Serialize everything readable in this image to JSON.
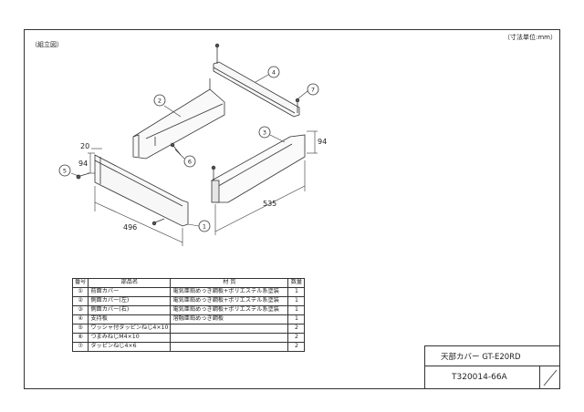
{
  "drawing": {
    "view_label": "（組立図）",
    "unit_label": "（寸法単位:mm）",
    "callouts": [
      "1",
      "2",
      "3",
      "4",
      "5",
      "6",
      "7"
    ],
    "dimensions": {
      "width": "496",
      "depth": "535",
      "height_side": "94",
      "height_front": "94",
      "flange": "20"
    }
  },
  "parts_table": {
    "headers": {
      "no": "番号",
      "name": "部品名",
      "material": "材 質",
      "qty": "数量"
    },
    "rows": [
      {
        "no": "①",
        "name": "前面カバー",
        "material": "電気亜鉛めっき鋼板+ポリエステル系塗装",
        "qty": "1"
      },
      {
        "no": "②",
        "name": "側面カバー(左)",
        "material": "電気亜鉛めっき鋼板+ポリエステル系塗装",
        "qty": "1"
      },
      {
        "no": "③",
        "name": "側面カバー(右)",
        "material": "電気亜鉛めっき鋼板+ポリエステル系塗装",
        "qty": "1"
      },
      {
        "no": "④",
        "name": "支持板",
        "material": "溶融亜鉛めっき鋼板",
        "qty": "1"
      },
      {
        "no": "⑤",
        "name": "ワッシャ付タッピンねじ4×10",
        "material": "",
        "qty": "2"
      },
      {
        "no": "⑥",
        "name": "つまみねじM4×10",
        "material": "",
        "qty": "2"
      },
      {
        "no": "⑦",
        "name": "タッピンねじ4×6",
        "material": "",
        "qty": "2"
      }
    ]
  },
  "title_block": {
    "product": "天部カバー GT-E20RD",
    "drawing_number": "T320014-66A"
  }
}
